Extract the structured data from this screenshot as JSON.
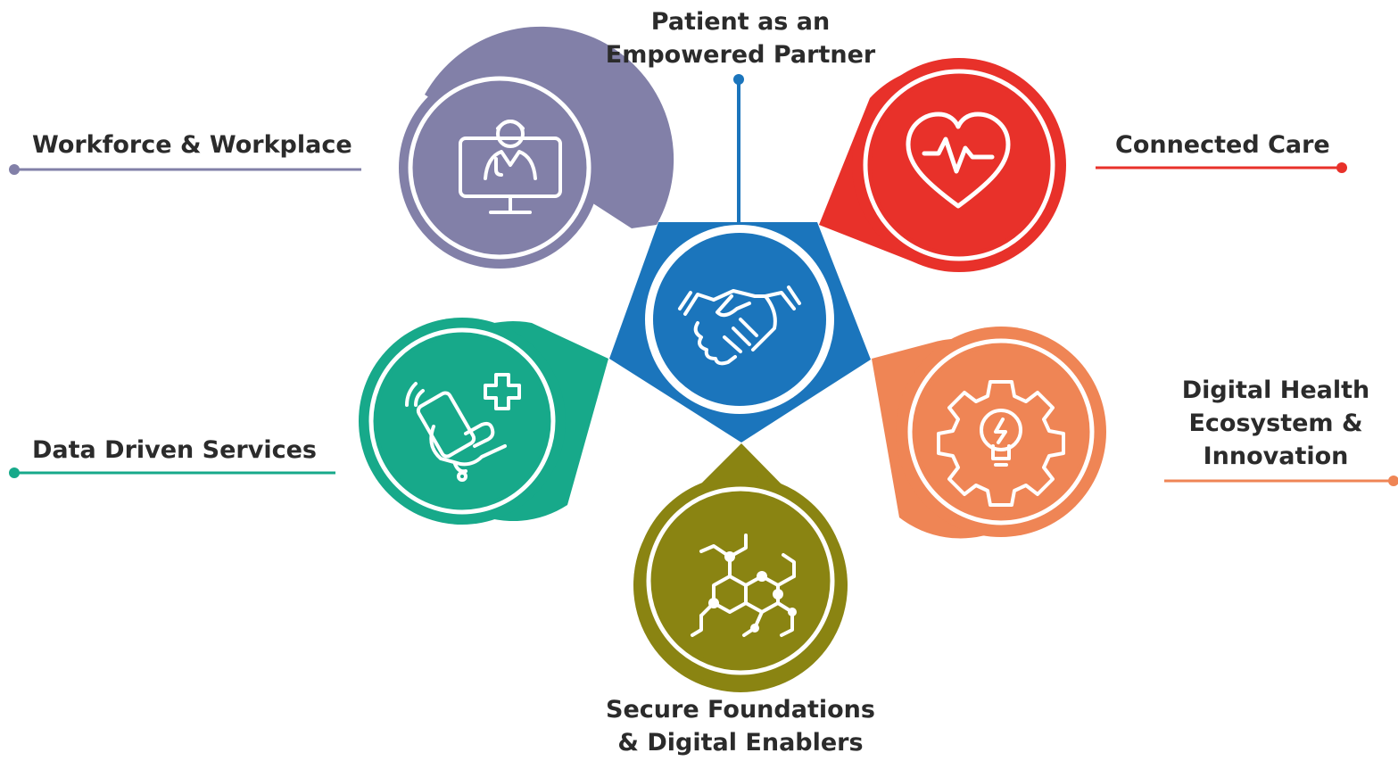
{
  "colors": {
    "center": "#1a72bb",
    "workforce": "#8280a8",
    "patient": "#1b75bc",
    "connected": "#e8312a",
    "digital_health": "#ef8555",
    "secure": "#8a8412",
    "data_driven": "#17a98a"
  },
  "labels": {
    "patient": [
      "Patient as an",
      "Empowered Partner"
    ],
    "workforce": "Workforce & Workplace",
    "connected": "Connected Care",
    "digital_health": [
      "Digital Health",
      "Ecosystem &",
      "Innovation"
    ],
    "data_driven": "Data Driven Services",
    "secure": [
      "Secure Foundations",
      "& Digital Enablers"
    ]
  },
  "icons": {
    "center": "handshake-icon",
    "workforce": "doctor-monitor-icon",
    "connected": "heart-pulse-icon",
    "digital_health": "gear-lightbulb-icon",
    "data_driven": "hand-phone-health-icon",
    "secure": "molecule-network-icon"
  }
}
